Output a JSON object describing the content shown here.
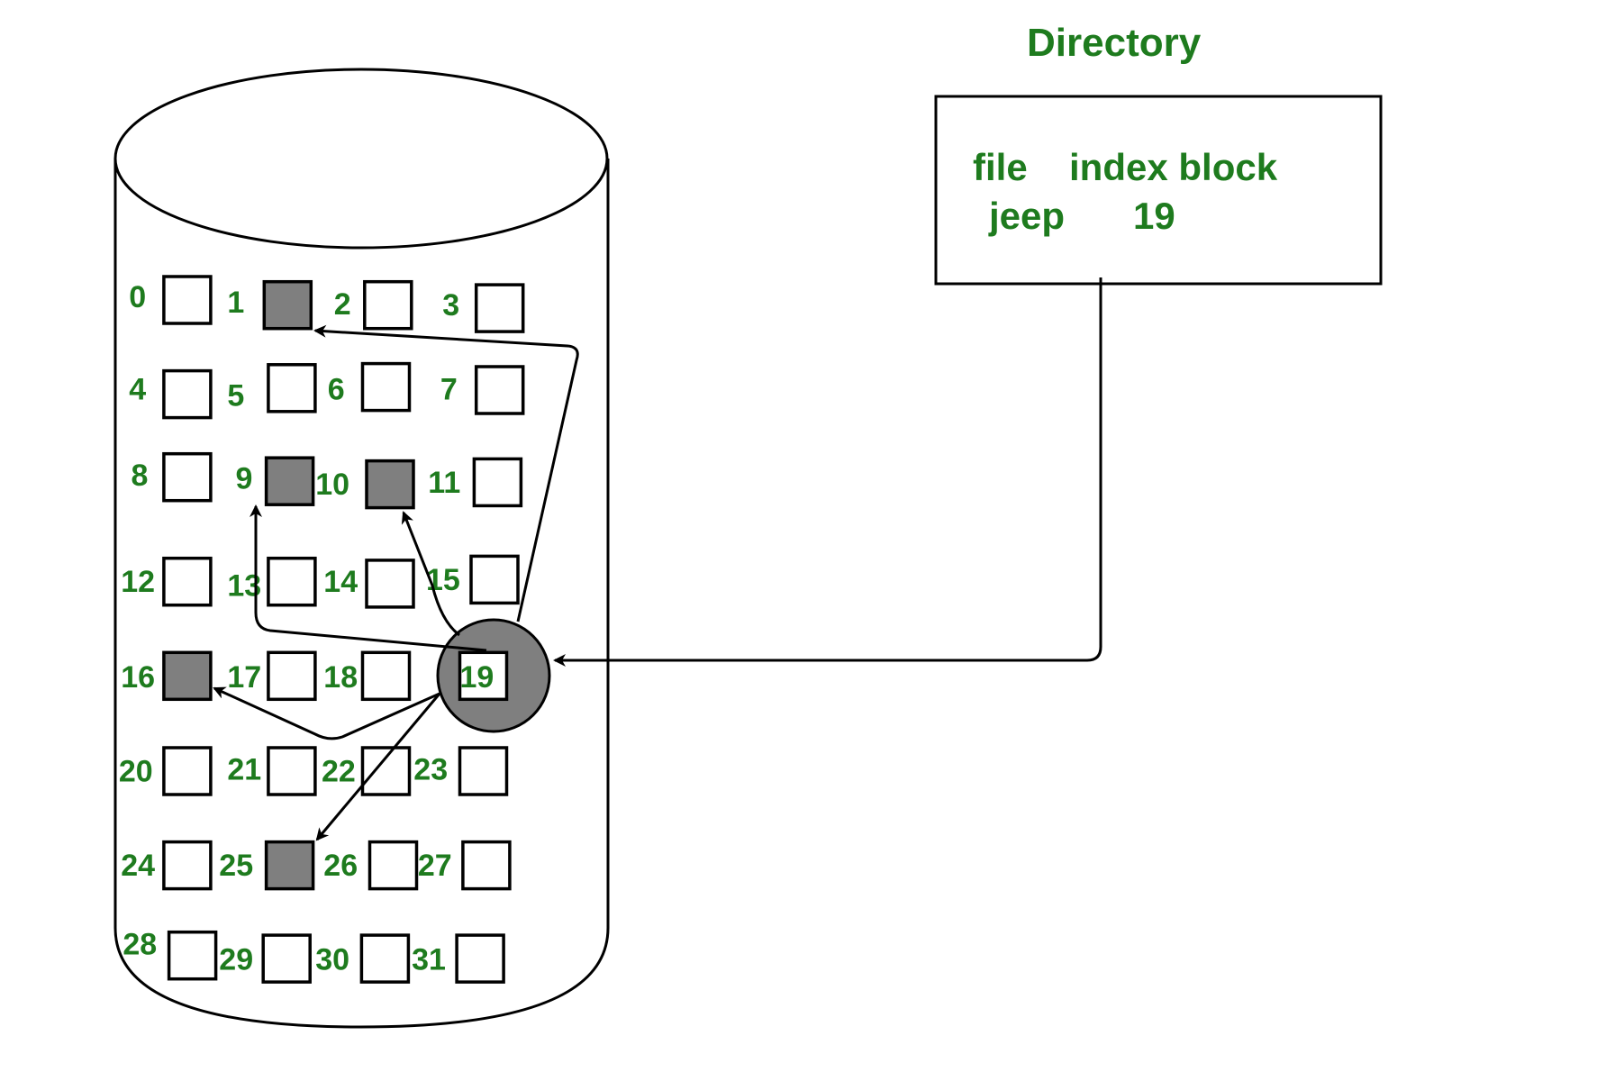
{
  "title": "Directory",
  "directory": {
    "header_file": "file",
    "header_index": "index block",
    "entries": [
      {
        "file": "jeep",
        "index_block": "19"
      }
    ]
  },
  "disk": {
    "blocks": [
      {
        "id": "0",
        "used": false
      },
      {
        "id": "1",
        "used": true
      },
      {
        "id": "2",
        "used": false
      },
      {
        "id": "3",
        "used": false
      },
      {
        "id": "4",
        "used": false
      },
      {
        "id": "5",
        "used": false
      },
      {
        "id": "6",
        "used": false
      },
      {
        "id": "7",
        "used": false
      },
      {
        "id": "8",
        "used": false
      },
      {
        "id": "9",
        "used": true
      },
      {
        "id": "10",
        "used": true
      },
      {
        "id": "11",
        "used": false
      },
      {
        "id": "12",
        "used": false
      },
      {
        "id": "13",
        "used": false
      },
      {
        "id": "14",
        "used": false
      },
      {
        "id": "15",
        "used": false
      },
      {
        "id": "16",
        "used": true
      },
      {
        "id": "17",
        "used": false
      },
      {
        "id": "18",
        "used": false
      },
      {
        "id": "19",
        "used": false,
        "index_block": true
      },
      {
        "id": "20",
        "used": false
      },
      {
        "id": "21",
        "used": false
      },
      {
        "id": "22",
        "used": false
      },
      {
        "id": "23",
        "used": false
      },
      {
        "id": "24",
        "used": false
      },
      {
        "id": "25",
        "used": true
      },
      {
        "id": "26",
        "used": false
      },
      {
        "id": "27",
        "used": false
      },
      {
        "id": "28",
        "used": false
      },
      {
        "id": "29",
        "used": false
      },
      {
        "id": "30",
        "used": false
      },
      {
        "id": "31",
        "used": false
      }
    ],
    "index_block": "19",
    "index_pointers": [
      "9",
      "16",
      "1",
      "10",
      "25"
    ]
  },
  "colors": {
    "label_green": "#1e7b1e",
    "used_block_fill": "#7f7f7f",
    "stroke": "#000000"
  }
}
